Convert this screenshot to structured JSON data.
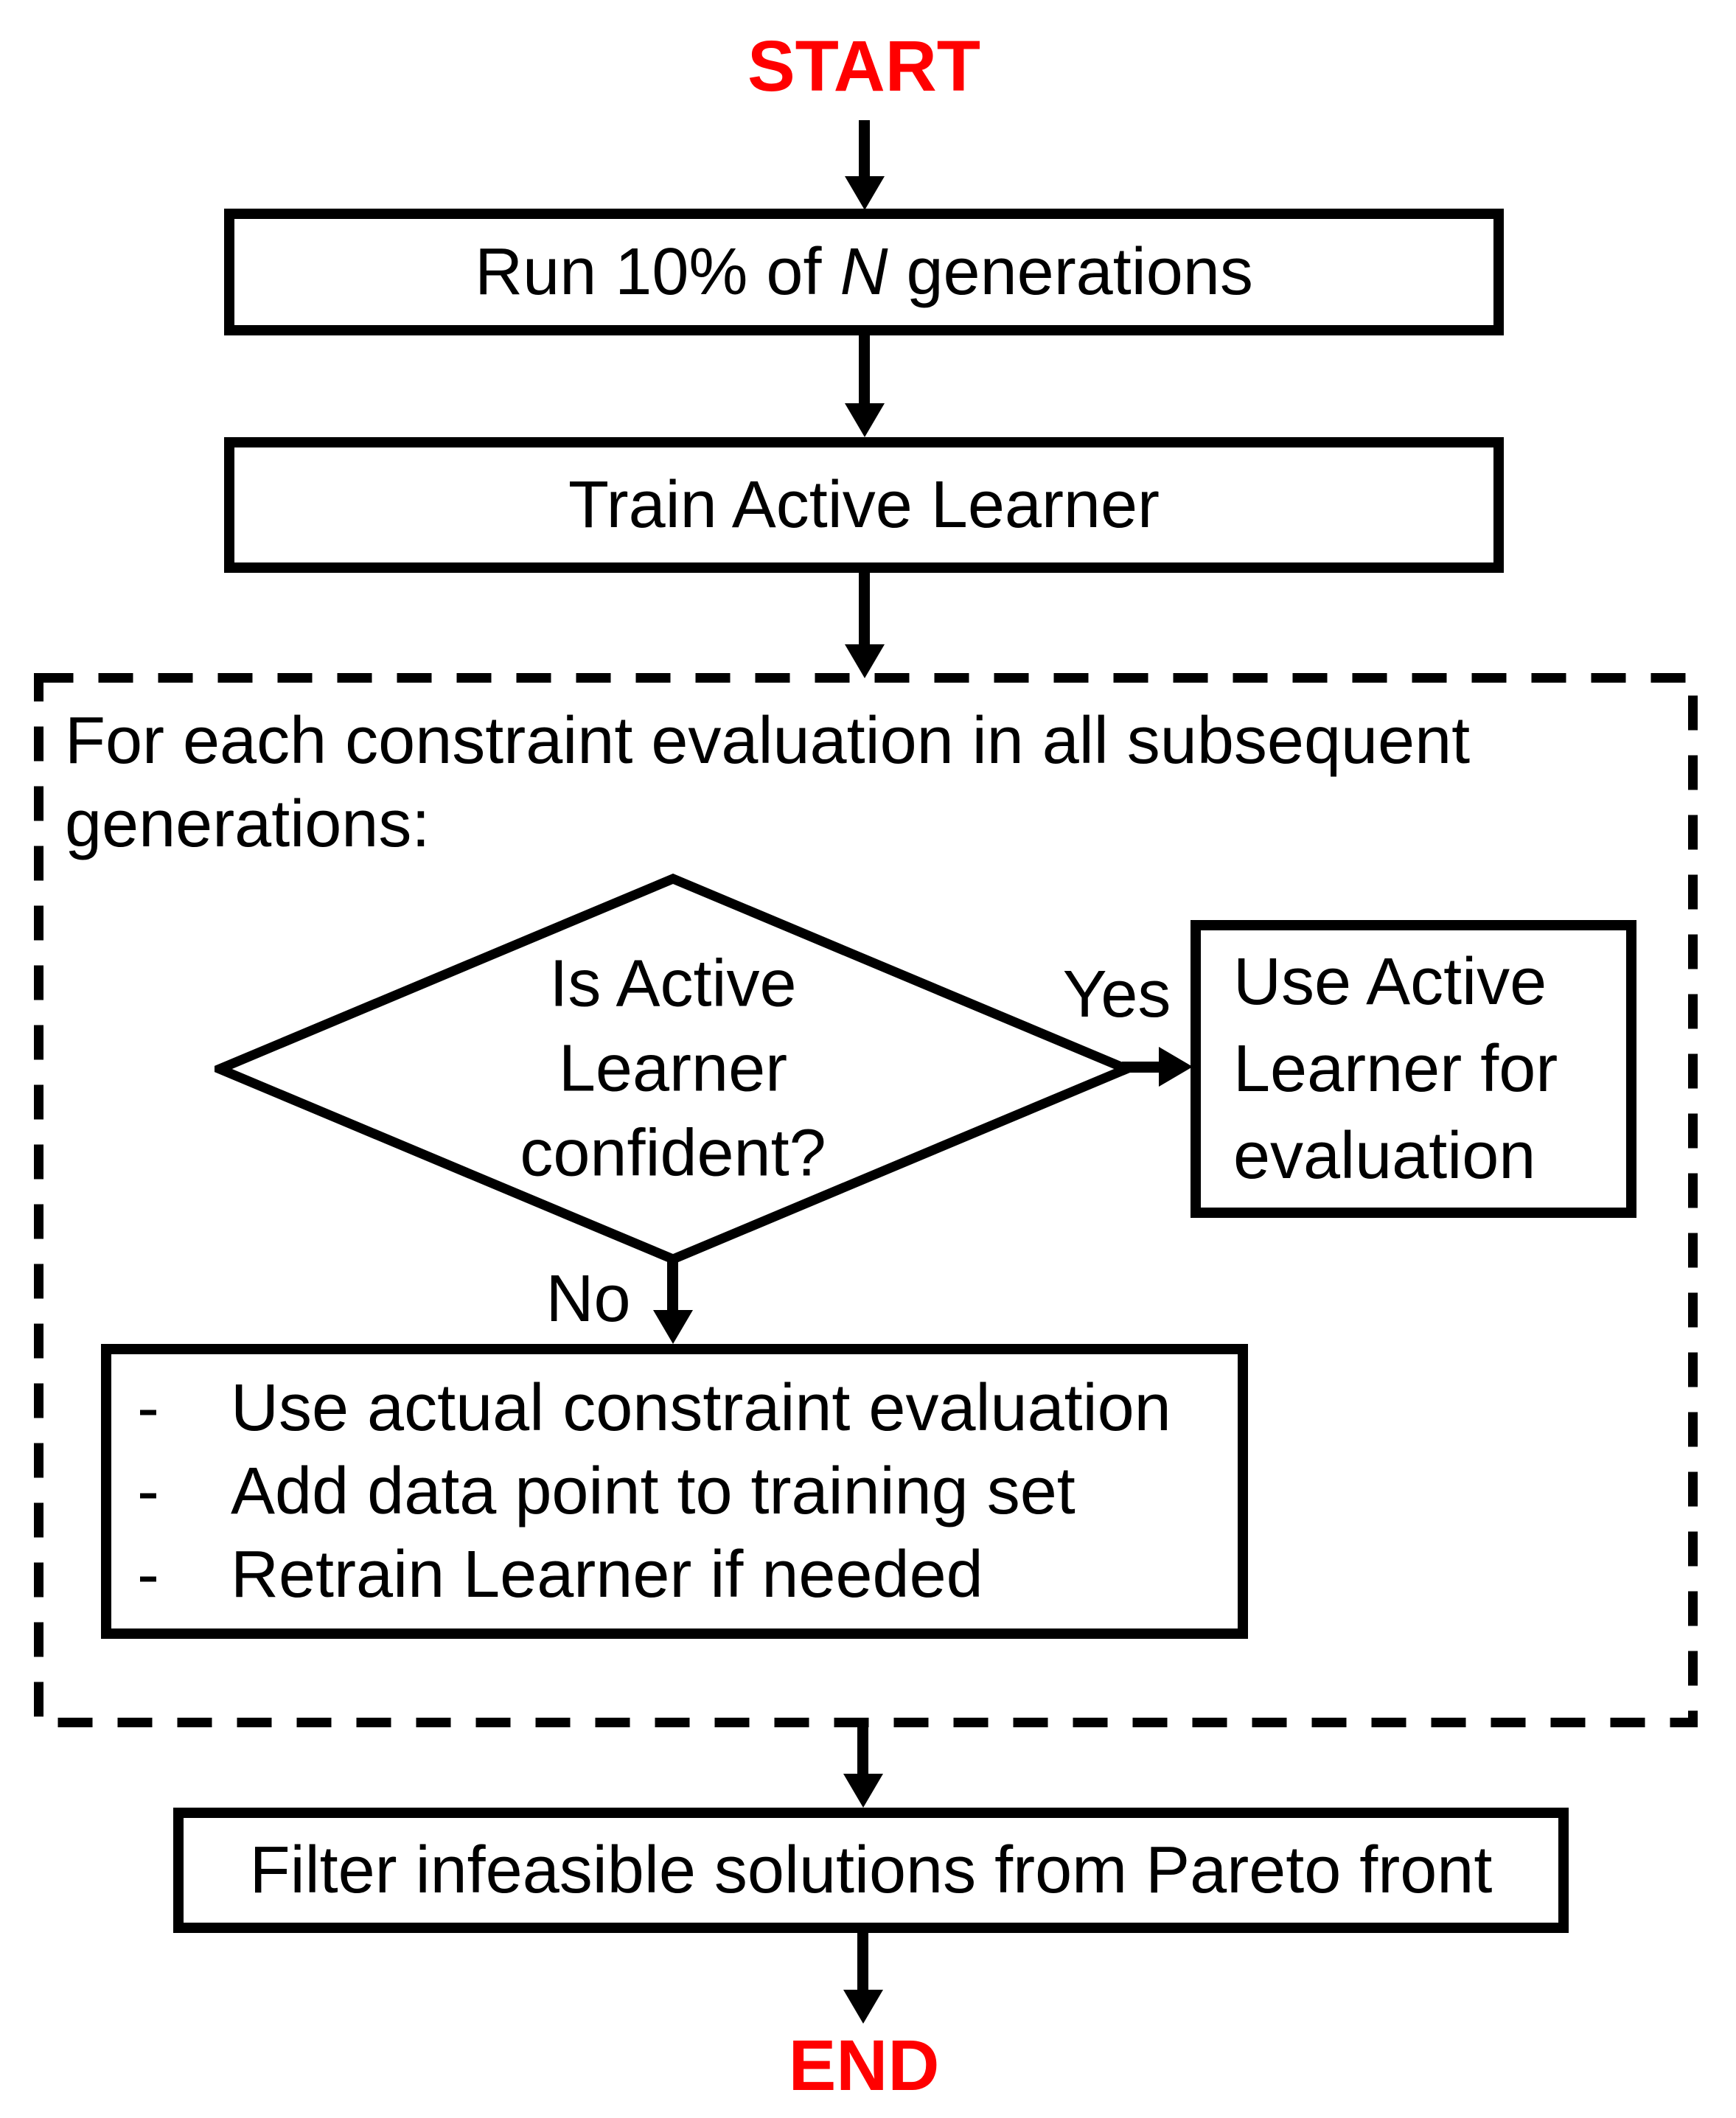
{
  "colors": {
    "accent_red": "#ff0000",
    "ink_black": "#000000",
    "background": "#ffffff"
  },
  "flow": {
    "start": "START",
    "run_box": {
      "prefix": "Run 10% of ",
      "emph": "N",
      "suffix": " generations"
    },
    "train_box": "Train Active Learner",
    "loop_label_line1": "For each constraint evaluation in all subsequent",
    "loop_label_line2": "generations:",
    "decision_lines": [
      "Is Active",
      "Learner",
      "confident?"
    ],
    "yes_label": "Yes",
    "no_label": "No",
    "use_learner_lines": [
      "Use Active",
      "Learner for",
      "evaluation"
    ],
    "bullet_char": "-",
    "no_branch_items": [
      "Use actual constraint evaluation",
      "Add data point to training set",
      "Retrain Learner if needed"
    ],
    "filter_box": "Filter infeasible solutions from Pareto front",
    "end": "END"
  }
}
